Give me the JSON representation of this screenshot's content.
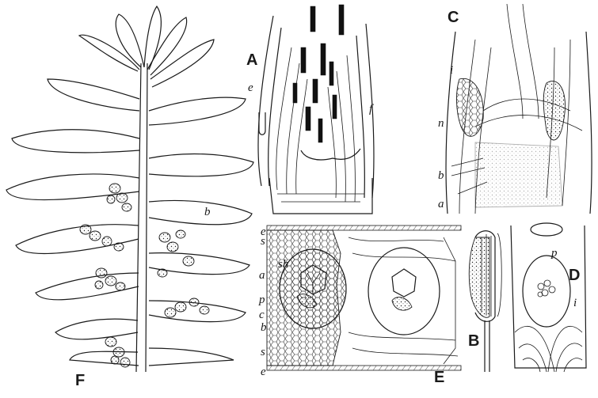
{
  "panels": {
    "A": "A",
    "B": "B",
    "C": "C",
    "D": "D",
    "E": "E",
    "F": "F"
  },
  "labels": {
    "a_e": "e",
    "a_f": "f",
    "c_i": "i",
    "c_n": "n",
    "c_b": "b",
    "c_a": "a",
    "d_p": "p",
    "d_i": "i",
    "e_e_top": "e",
    "e_s_top": "s",
    "e_sh": "sh",
    "e_a": "a",
    "e_p": "p",
    "e_c": "c",
    "e_b": "b",
    "e_s_bottom": "s",
    "e_e_bottom": "e",
    "f_b": "b"
  }
}
